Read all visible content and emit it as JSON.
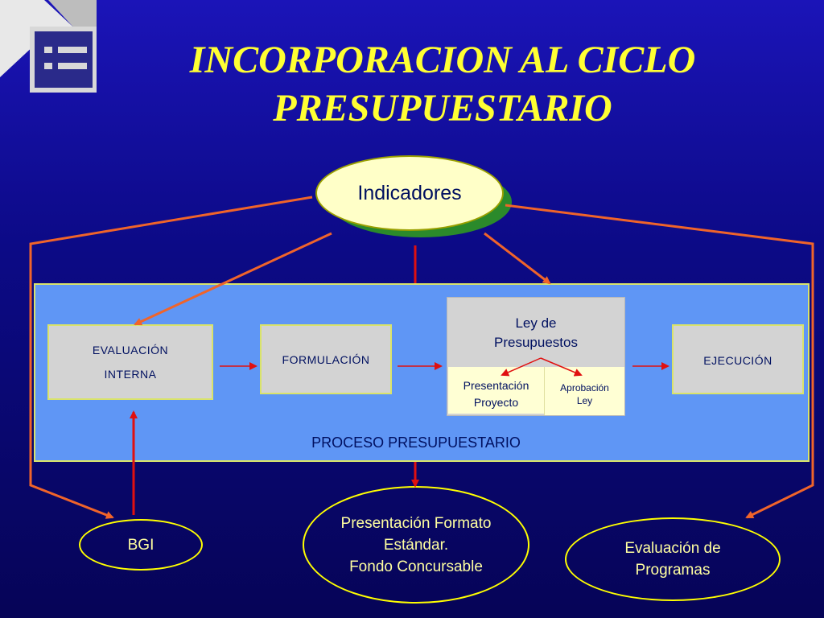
{
  "title": {
    "line1": "INCORPORACION AL CICLO",
    "line2": "PRESUPUESTARIO"
  },
  "logo_icon": "list-icon",
  "top_node": {
    "label": "Indicadores"
  },
  "process": {
    "label": "PROCESO PRESUPUESTARIO",
    "stages": {
      "evaluacion": "EVALUACIÓN\nINTERNA",
      "formulacion": "FORMULACIÓN",
      "ejecucion": "EJECUCIÓN"
    },
    "ley": {
      "title": "Ley de\nPresupuestos",
      "presentacion": "Presentación\nProyecto",
      "aprobacion": "Aprobación\nLey"
    }
  },
  "bottom_nodes": {
    "bgi": "BGI",
    "formato": "Presentación Formato\nEstándar.\nFondo Concursable",
    "evaluacion_programas": "Evaluación de\nProgramas"
  },
  "colors": {
    "title": "#ffff33",
    "connector": "#f0642a",
    "panel": "#5f96f5",
    "stage": "#d3d3d3",
    "ellipse_text": "#ffffa0"
  }
}
